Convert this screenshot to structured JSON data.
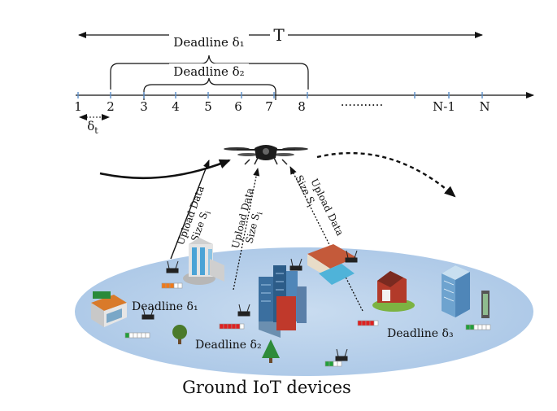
{
  "timeline": {
    "horizon_label": "T",
    "deadline_top": "Deadline δ₁",
    "deadline_second": "Deadline δ₂",
    "slot_labels": [
      "1",
      "2",
      "3",
      "4",
      "5",
      "6",
      "7",
      "8",
      "N-1",
      "N"
    ],
    "ellipsis": "...........",
    "slot_duration_label": "δ",
    "slot_duration_sub": "t"
  },
  "uploads": {
    "line1": "Upload Data",
    "line2_prefix": "Size S",
    "line2_sub": "i"
  },
  "devices": {
    "deadline_1": "Deadline δ₁",
    "deadline_2": "Deadline δ₂",
    "deadline_3": "Deadline δ₃"
  },
  "footer": {
    "caption": "Ground IoT devices"
  },
  "colors": {
    "ground": "#b6d0ea",
    "battery_red": "#e02020",
    "battery_green": "#22a03a",
    "battery_orange": "#f07a1a",
    "drone": "#222222"
  }
}
